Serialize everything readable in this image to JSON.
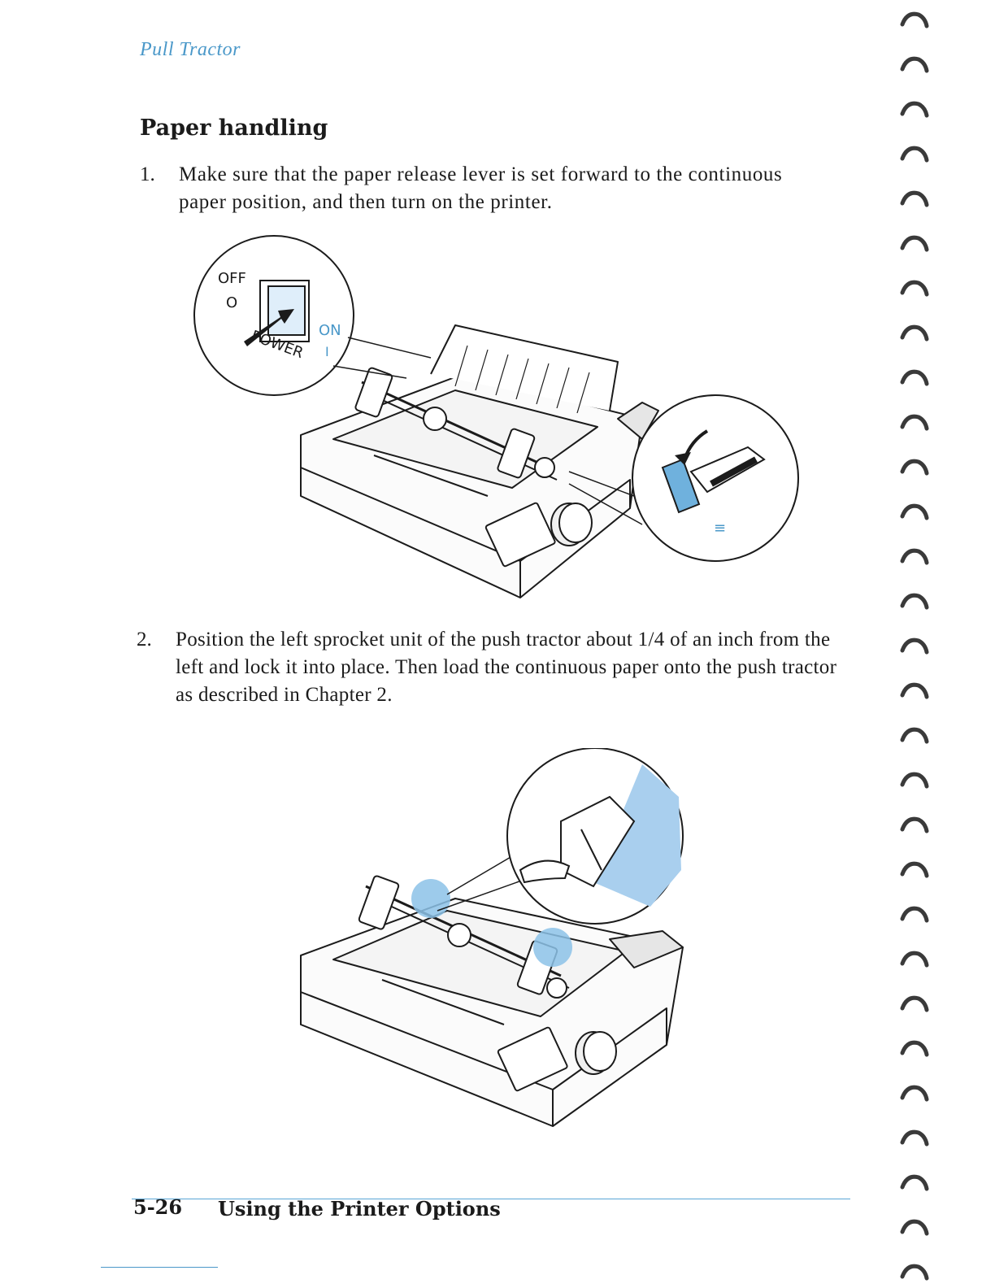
{
  "header": {
    "running_title": "Pull Tractor"
  },
  "section": {
    "title": "Paper handling"
  },
  "steps": [
    {
      "number": "1.",
      "text": "Make sure that the paper release lever is set forward to the continuous paper position, and then turn on the printer."
    },
    {
      "number": "2.",
      "text": "Position the left sprocket unit of the push tractor about 1/4 of an inch from the left and lock it into place. Then load the continuous paper onto the push tractor as described in Chapter 2."
    }
  ],
  "figure1": {
    "callout_labels": {
      "off": "OFF",
      "off_symbol": "O",
      "on": "ON",
      "on_symbol": "I",
      "power": "POWER"
    }
  },
  "footer": {
    "page_number": "5-26",
    "chapter_title": "Using the Printer Options"
  },
  "colors": {
    "accent": "#4a98c9",
    "highlight": "#a9cfee",
    "ink": "#1b1b1b"
  }
}
